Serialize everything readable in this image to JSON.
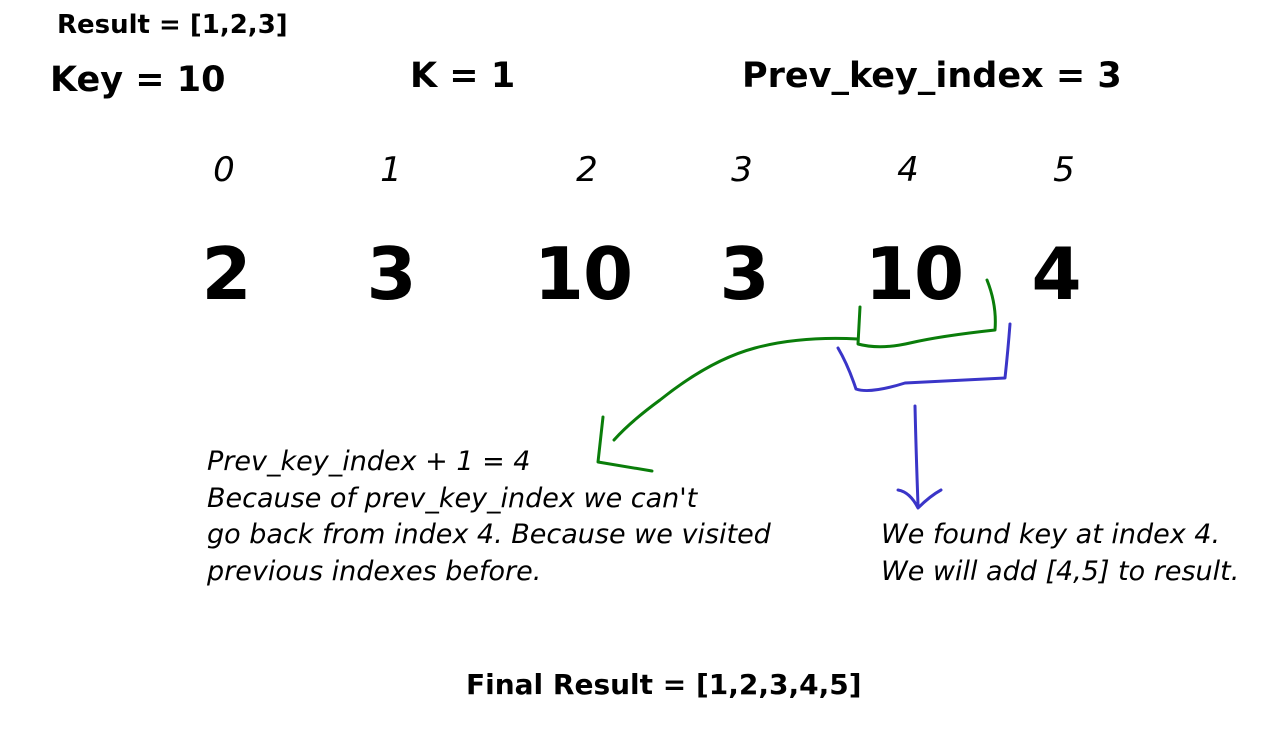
{
  "header": {
    "result": "Result = [1,2,3]",
    "key": "Key = 10",
    "k": "K = 1",
    "prev_key_index": "Prev_key_index = 3"
  },
  "array": {
    "indices": [
      "0",
      "1",
      "2",
      "3",
      "4",
      "5"
    ],
    "values": [
      "2",
      "3",
      "10",
      "3",
      "10",
      "4"
    ]
  },
  "notes": {
    "left": [
      "Prev_key_index + 1 = 4",
      "Because of prev_key_index we can't",
      "go back from index 4. Because we visited",
      "previous indexes before."
    ],
    "right": [
      "We found key at index 4.",
      "We will add [4,5] to result."
    ]
  },
  "footer": {
    "final_result": "Final Result = [1,2,3,4,5]"
  },
  "colors": {
    "green_annotation": "#0a7d0a",
    "blue_annotation": "#3a35c8"
  }
}
